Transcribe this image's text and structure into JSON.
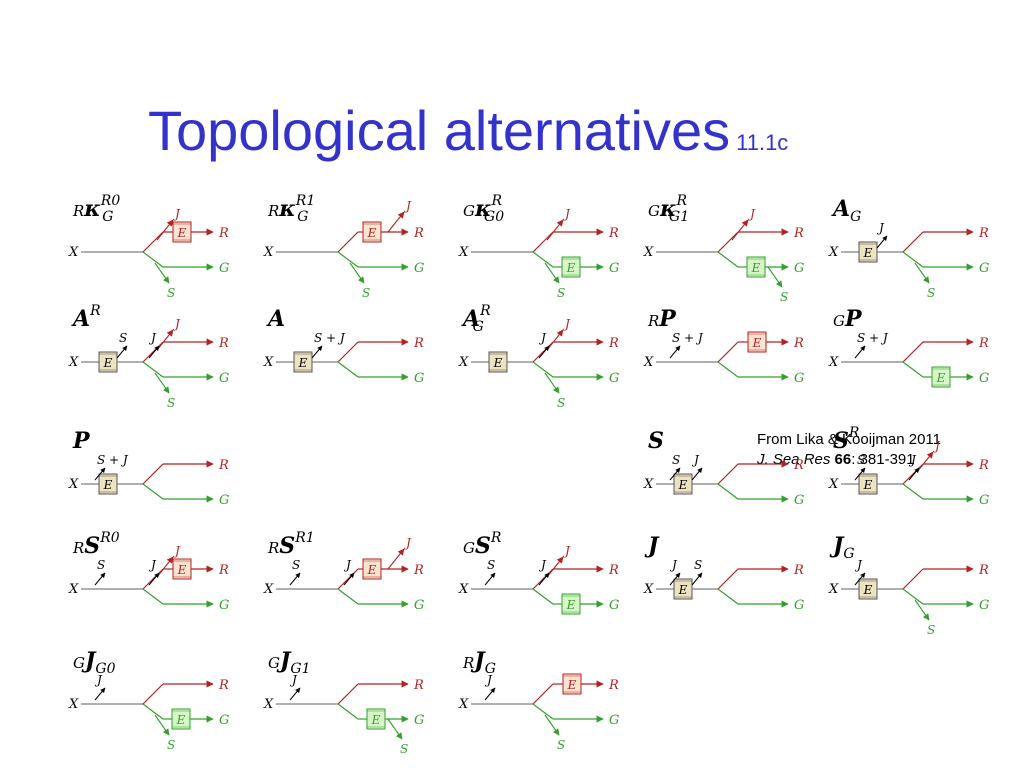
{
  "title": "Topological alternatives",
  "slide_number": "11.1c",
  "citation": {
    "line1": "From Lika & Kooijman 2011",
    "journal": "J. Sea Res",
    "volume": "66",
    "pages": ": 381-391"
  },
  "colors": {
    "title": "#3333cc",
    "red_path": "#b22222",
    "green_path": "#33a02c",
    "gray_path": "#7f7f7f",
    "E_red_fill": "#fbe3cf",
    "E_green_fill": "#d7f5c9",
    "E_gray_fill": "#ece3c0"
  },
  "panels": [
    {
      "pre": "R",
      "main": "κ",
      "sup": "R0",
      "sub": "G",
      "e": "R",
      "in": [],
      "s": true
    },
    {
      "pre": "R",
      "main": "κ",
      "sup": "R1",
      "sub": "G",
      "e": "R1",
      "in": [],
      "s": true
    },
    {
      "pre": "G",
      "main": "κ",
      "sup": "R",
      "sub": "G0",
      "e": "G",
      "in": [],
      "s": true
    },
    {
      "pre": "G",
      "main": "κ",
      "sup": "R",
      "sub": "G1",
      "e": "G1",
      "in": [],
      "s": true
    },
    {
      "pre": "",
      "main": "A",
      "sup": "",
      "sub": "G",
      "e": "X",
      "in": [
        "J@1"
      ],
      "s": true
    },
    {
      "pre": "",
      "main": "A",
      "sup": "R",
      "sub": "",
      "e": "X",
      "in": [
        "S@1",
        "J@2"
      ],
      "s": true
    },
    {
      "pre": "",
      "main": "A",
      "sup": "",
      "sub": "",
      "e": "X",
      "in": [
        "S + J@1"
      ],
      "s": false
    },
    {
      "pre": "",
      "main": "A",
      "sup": "R",
      "sub": "G",
      "e": "X",
      "in": [
        "J@2"
      ],
      "s": true
    },
    {
      "pre": "R",
      "main": "P",
      "sup": "",
      "sub": "",
      "e": "R",
      "in": [
        "S + J@0"
      ],
      "s": false
    },
    {
      "pre": "G",
      "main": "P",
      "sup": "",
      "sub": "",
      "e": "G",
      "in": [
        "S + J@0"
      ],
      "s": false
    },
    {
      "pre": "",
      "main": "P",
      "sup": "",
      "sub": "",
      "e": "X",
      "in": [
        "S + J@0"
      ],
      "s": false
    },
    {
      "empty": true
    },
    {
      "empty": true
    },
    {
      "pre": "",
      "main": "S",
      "sup": "",
      "sub": "",
      "e": "X",
      "in": [
        "S@0",
        "J@1"
      ],
      "s": false
    },
    {
      "pre": "",
      "main": "S",
      "sup": "R",
      "sub": "",
      "e": "X",
      "in": [
        "S@0",
        "J@2"
      ],
      "s": false
    },
    {
      "pre": "R",
      "main": "S",
      "sup": "R0",
      "sub": "",
      "e": "R",
      "in": [
        "S@0",
        "J@2"
      ],
      "s": false
    },
    {
      "pre": "R",
      "main": "S",
      "sup": "R1",
      "sub": "",
      "e": "R1",
      "in": [
        "S@0",
        "J@2"
      ],
      "s": false
    },
    {
      "pre": "G",
      "main": "S",
      "sup": "R",
      "sub": "",
      "e": "G",
      "in": [
        "S@0",
        "J@2"
      ],
      "s": false
    },
    {
      "pre": "",
      "main": "J",
      "sup": "",
      "sub": "",
      "e": "X",
      "in": [
        "J@0",
        "S@1"
      ],
      "s": false
    },
    {
      "pre": "",
      "main": "J",
      "sup": "",
      "sub": "G",
      "e": "X",
      "in": [
        "J@0"
      ],
      "s": true
    },
    {
      "pre": "G",
      "main": "J",
      "sup": "",
      "sub": "G0",
      "e": "G",
      "in": [
        "J@0"
      ],
      "s": true
    },
    {
      "pre": "G",
      "main": "J",
      "sup": "",
      "sub": "G1",
      "e": "G1",
      "in": [
        "J@0"
      ],
      "s": true
    },
    {
      "pre": "R",
      "main": "J",
      "sup": "",
      "sub": "G",
      "e": "R",
      "in": [
        "J@0"
      ],
      "s": true
    }
  ],
  "node_labels": {
    "x": "X",
    "r": "R",
    "g": "G",
    "s": "S",
    "j": "J",
    "e": "E"
  }
}
